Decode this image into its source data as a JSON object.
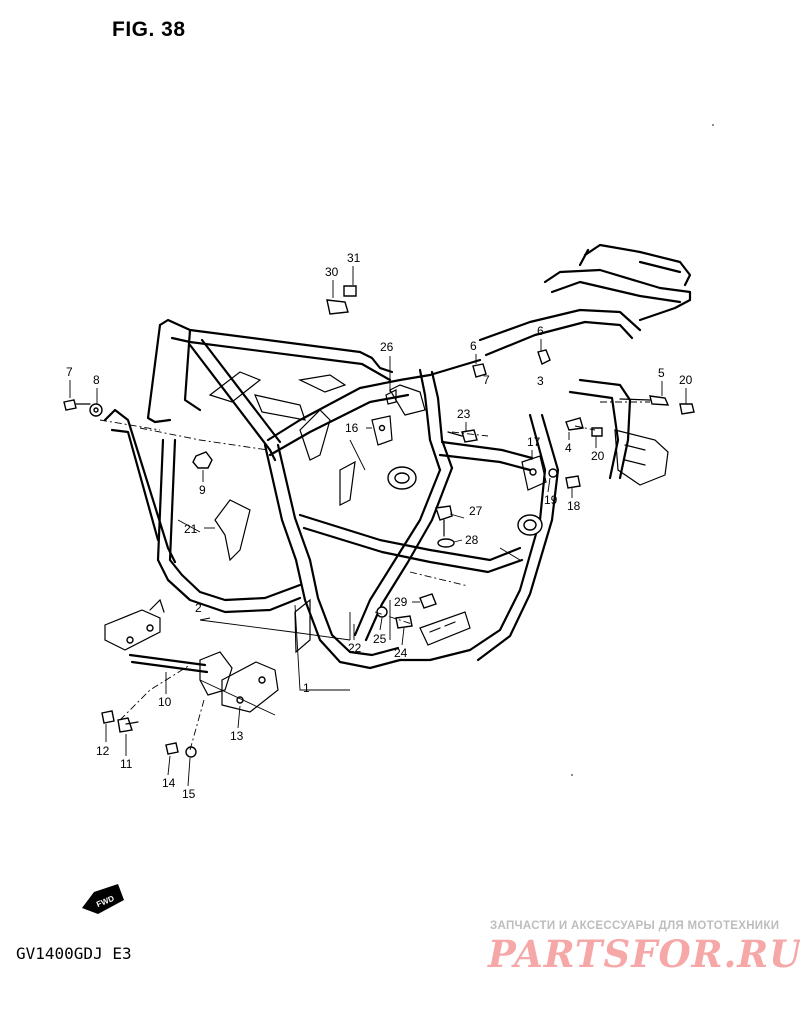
{
  "figure": {
    "title": "FIG. 38"
  },
  "model_code": "GV1400GDJ  E3",
  "fwd_arrow": {
    "label": "FWD"
  },
  "watermark": {
    "tagline": "ЗАПЧАСТИ И АКСЕССУАРЫ ДЛЯ МОТОТЕХНИКИ",
    "logo": "PARTSFOR.RU"
  },
  "callouts": {
    "c1": "1",
    "c2": "2",
    "c3": "3",
    "c4": "4",
    "c5": "5",
    "c6a": "6",
    "c6b": "6",
    "c7a": "7",
    "c7b": "7",
    "c8": "8",
    "c9": "9",
    "c10": "10",
    "c11": "11",
    "c12": "12",
    "c13": "13",
    "c14": "14",
    "c15": "15",
    "c16": "16",
    "c17": "17",
    "c18": "18",
    "c19": "19",
    "c20a": "20",
    "c20b": "20",
    "c21": "21",
    "c22": "22",
    "c23": "23",
    "c24": "24",
    "c25": "25",
    "c26": "26",
    "c27": "27",
    "c28": "28",
    "c29": "29",
    "c30": "30",
    "c31": "31"
  }
}
